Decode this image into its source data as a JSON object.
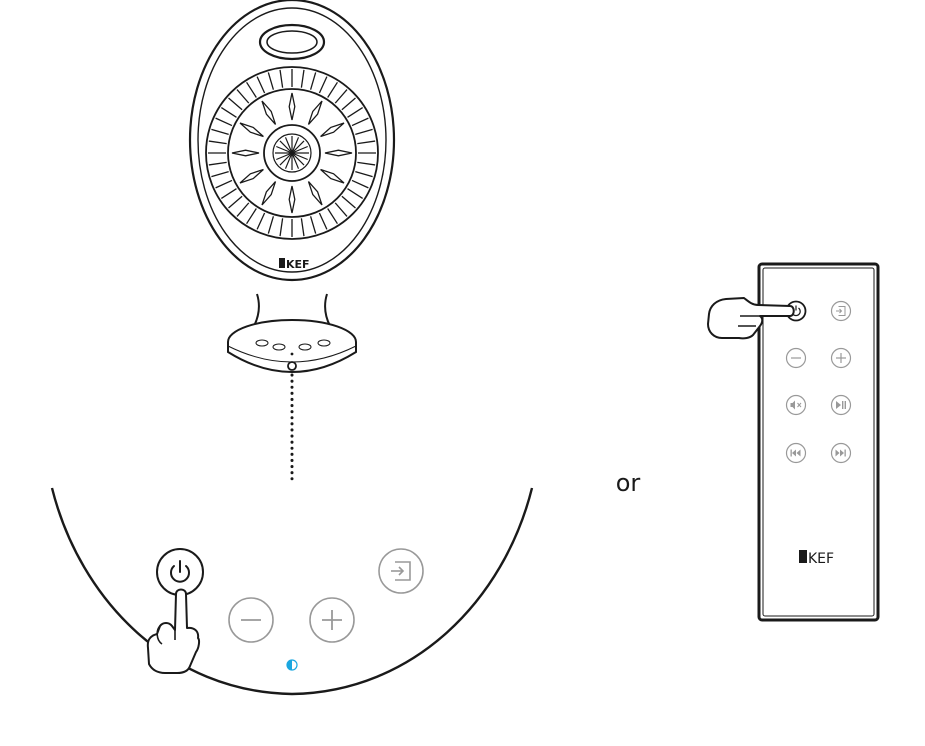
{
  "diagram": {
    "speaker": {
      "brand": "KEF"
    },
    "or_label": "or",
    "remote": {
      "brand": "KEF",
      "buttons": [
        "power",
        "input",
        "volume-down",
        "volume-up",
        "mute",
        "play-pause",
        "previous",
        "next"
      ]
    },
    "speaker_panel": {
      "buttons": [
        "power",
        "input",
        "volume-down",
        "volume-up"
      ],
      "status_led_color": "#1aa7e0"
    },
    "colors": {
      "line": "#1a1a1a",
      "light_line": "#999999",
      "led": "#1aa7e0"
    }
  }
}
